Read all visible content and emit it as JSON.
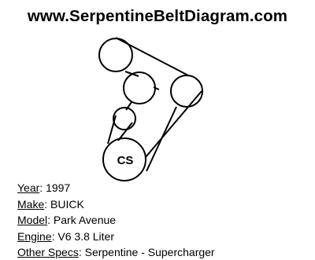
{
  "site_title": "www.SerpentineBeltDiagram.com",
  "diagram": {
    "pulley_label": "CS"
  },
  "specs": {
    "separator": ":",
    "year": {
      "label": "Year",
      "value": "1997"
    },
    "make": {
      "label": "Make",
      "value": "BUICK"
    },
    "model": {
      "label": "Model",
      "value": "Park Avenue"
    },
    "engine": {
      "label": "Engine",
      "value": "V6 3.8 Liter"
    },
    "other": {
      "label": "Other Specs",
      "value": "Serpentine - Supercharger"
    }
  }
}
